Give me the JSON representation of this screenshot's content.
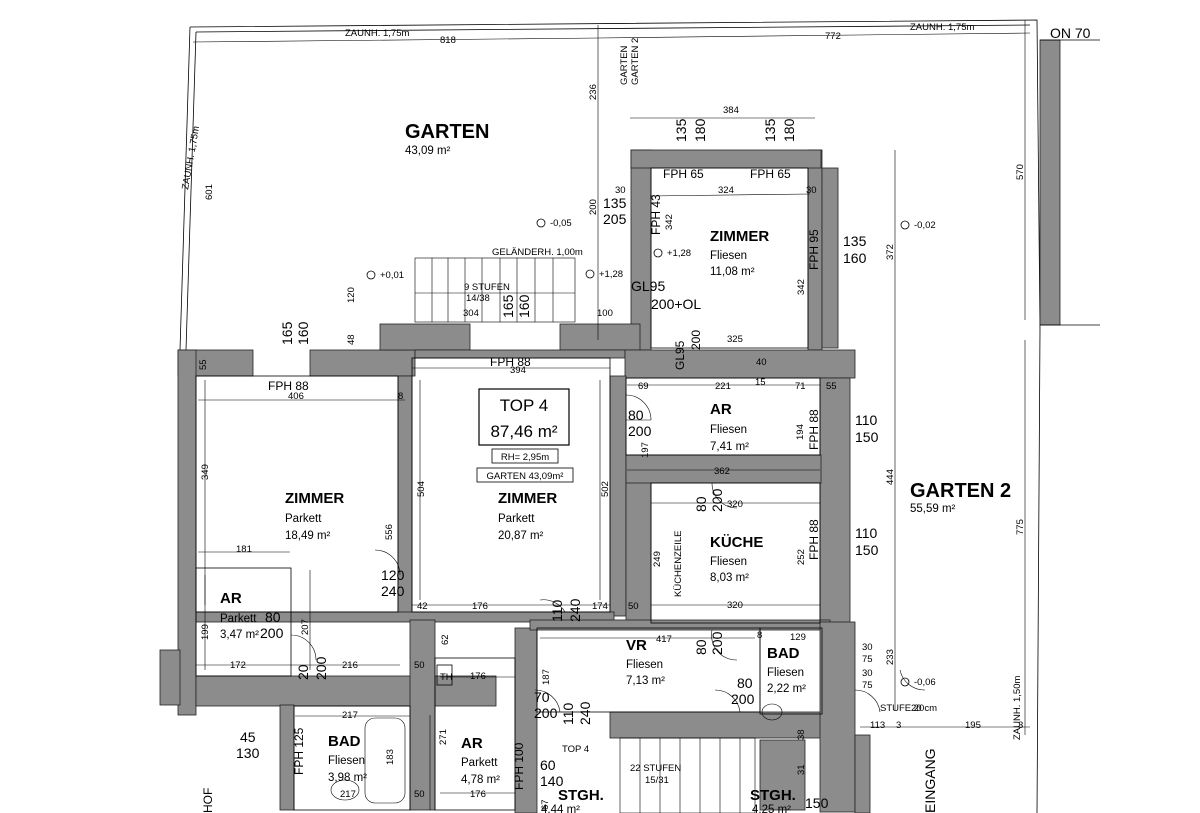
{
  "title": {
    "name": "TOP 4",
    "area": "87,46 m²",
    "rh": "RH= 2,95m",
    "garden": "GARTEN 43,09m²"
  },
  "rooms": [
    {
      "name": "GARTEN",
      "sub": "43,09 m²"
    },
    {
      "name": "GARTEN 2",
      "sub": "55,59 m²"
    },
    {
      "name": "ZIMMER",
      "sub": "Fliesen",
      "area": "11,08 m²"
    },
    {
      "name": "ZIMMER",
      "sub": "Parkett",
      "area": "18,49 m²"
    },
    {
      "name": "ZIMMER",
      "sub": "Parkett",
      "area": "20,87 m²"
    },
    {
      "name": "AR",
      "sub": "Fliesen",
      "area": "7,41 m²"
    },
    {
      "name": "KÜCHE",
      "sub": "Fliesen",
      "area": "8,03 m²"
    },
    {
      "name": "AR",
      "sub": "Parkett",
      "area": "3,47 m²"
    },
    {
      "name": "VR",
      "sub": "Fliesen",
      "area": "7,13 m²"
    },
    {
      "name": "BAD",
      "sub": "Fliesen",
      "area": "2,22 m²"
    },
    {
      "name": "BAD",
      "sub": "Fliesen",
      "area": "3,98 m²"
    },
    {
      "name": "AR",
      "sub": "Parkett",
      "area": "4,78 m²"
    },
    {
      "name": "STGH.",
      "sub": "4,44 m²"
    },
    {
      "name": "STGH.",
      "sub": "4,25 m²"
    }
  ],
  "labels": {
    "zaun1": "ZAUNH. 1,75m",
    "zaun2": "ZAUNH. 1,75m",
    "zaun_left": "ZAUNH. 1,75m",
    "zaun_right": "ZAUNH. 1,50m",
    "on70": "ON 70",
    "garten_vert": "GARTEN",
    "garten2_vert": "GARTEN 2",
    "gelaender": "GELÄNDERH. 1,00m",
    "stufen9": "9 STUFEN",
    "stufen9b": "14/38",
    "stufen22": "22 STUFEN",
    "stufen22b": "15/31",
    "kuechenzeile": "KÜCHENZEILE",
    "stufe20": "STUFE 20cm",
    "top4": "TOP 4",
    "eingang": "EINGANG",
    "hof": "HOF",
    "th": "TH",
    "gl95a": "GL95",
    "gl95b": "200+OL",
    "gl95c": "GL95",
    "gl95d": "200",
    "fph88_1": "FPH 88",
    "fph88_2": "FPH 88",
    "fph65_1": "FPH 65",
    "fph65_2": "FPH 65",
    "fph43": "FPH 43",
    "fph95": "FPH 95",
    "fph88_v1": "FPH 88",
    "fph88_v2": "FPH 88",
    "fph125": "FPH 125",
    "fph100": "FPH 100"
  },
  "levels": [
    "-0,05",
    "+0,01",
    "+1,28",
    "+1,28",
    "-0,02",
    "-0,06"
  ],
  "dims": {
    "d818": "818",
    "d772": "772",
    "d236": "236",
    "d384": "384",
    "d324": "324",
    "d30a": "30",
    "d30b": "30",
    "d342a": "342",
    "d342b": "342",
    "d372": "372",
    "d570": "570",
    "d601": "601",
    "d200a": "200",
    "d120": "120",
    "d48": "48",
    "d55a": "55",
    "d406": "406",
    "d8a": "8",
    "d349": "349",
    "d556": "556",
    "d181": "181",
    "d394": "394",
    "d504": "504",
    "d502": "502",
    "d42": "42",
    "d176a": "176",
    "d174": "174",
    "d50a": "50",
    "d304": "304",
    "d100": "100",
    "d325": "325",
    "d221": "221",
    "d69": "69",
    "d71": "71",
    "d55b": "55",
    "d194": "194",
    "d197": "197",
    "d362": "362",
    "d320a": "320",
    "d320b": "320",
    "d249": "249",
    "d252": "252",
    "d444": "444",
    "d775": "775",
    "d233": "233",
    "d417": "417",
    "d187": "187",
    "d172": "172",
    "d216": "216",
    "d199": "199",
    "d207": "207",
    "d217a": "217",
    "d183": "183",
    "d217b": "217",
    "d271": "271",
    "d176b": "176",
    "d176c": "176",
    "d62": "62",
    "d50b": "50",
    "d50c": "50",
    "d113": "113",
    "d195": "195",
    "d3a": "3",
    "d3b": "3",
    "d129": "129",
    "d38": "38",
    "d31": "31",
    "d67": "67",
    "d40": "40",
    "d15": "15",
    "d8b": "8",
    "w135_180a": "135",
    "w135_180b": "180",
    "w135_180c": "135",
    "w135_180d": "180",
    "w135_205a": "135",
    "w135_205b": "205",
    "w135_160a": "135",
    "w135_160b": "160",
    "w165_160a": "165",
    "w165_160b": "160",
    "w165_160c": "165",
    "w165_160d": "160",
    "w110_150a": "110",
    "w110_150b": "150",
    "w110_150c": "110",
    "w110_150d": "150",
    "w80_200a": "80",
    "w80_200b": "200",
    "w80_200c": "80",
    "w80_200d": "200",
    "w80_200e": "80",
    "w80_200f": "200",
    "w80_200g": "80",
    "w80_200h": "200",
    "w120_240a": "120",
    "w120_240b": "240",
    "w110_240a": "110",
    "w110_240b": "240",
    "w70_200a": "70",
    "w70_200b": "200",
    "w110_240c": "110",
    "w110_240d": "240",
    "w80_200i": "80",
    "w80_200j": "200",
    "w60_140a": "60",
    "w60_140b": "140",
    "w45_130a": "45",
    "w45_130b": "130",
    "w20_200a": "20",
    "w20_200b": "200",
    "w30_75a": "30",
    "w30_75b": "75",
    "w30_75c": "30",
    "w30_75d": "75",
    "w150": "150",
    "d20": "20"
  }
}
